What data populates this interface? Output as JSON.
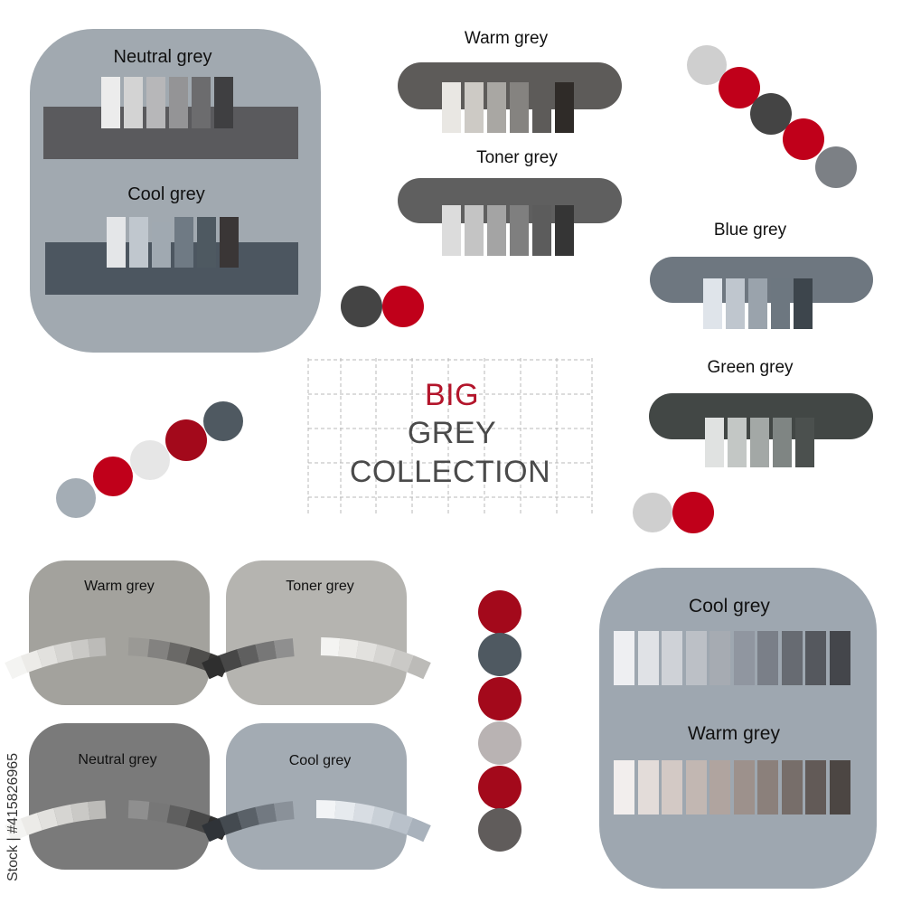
{
  "center_title": {
    "line1": "BIG",
    "line2": "GREY",
    "line3": "COLLECTION",
    "line1_color": "#b3152b",
    "text_color": "#4a4a4a"
  },
  "stock_id": "Stock | #415826965",
  "top_left_card": {
    "neutral_label": "Neutral grey",
    "cool_label": "Cool grey",
    "bg": "#a1a9b0",
    "neutral_swatches": [
      "#ececec",
      "#d3d3d3",
      "#b7b7b9",
      "#949496",
      "#6c6c6e",
      "#3f3f41"
    ],
    "cool_swatches": [
      "#e4e6e8",
      "#c0c7ce",
      "#a0a9b1",
      "#6f7a84",
      "#4e5961",
      "#3a3636"
    ]
  },
  "warm_grey_bar": {
    "label": "Warm grey",
    "swatches": [
      "#e9e7e3",
      "#cdcac5",
      "#a9a7a3",
      "#858380",
      "#5d5b59",
      "#2f2b28"
    ]
  },
  "toner_grey_bar": {
    "label": "Toner grey",
    "swatches": [
      "#dcdcdc",
      "#c4c4c4",
      "#a4a4a4",
      "#7f7f7f",
      "#5c5c5c",
      "#353535"
    ]
  },
  "blue_grey_bar": {
    "label": "Blue grey",
    "swatches": [
      "#dfe4ea",
      "#bfc6ce",
      "#9aa3ac",
      "#6d7780",
      "#3d454c"
    ]
  },
  "green_grey_bar": {
    "label": "Green grey",
    "swatches": [
      "#e0e2e1",
      "#c3c7c5",
      "#a3a8a6",
      "#7f8583",
      "#4b504e"
    ]
  },
  "bottom_cards": [
    {
      "label": "Warm grey"
    },
    {
      "label": "Toner grey"
    },
    {
      "label": "Neutral grey"
    },
    {
      "label": "Cool grey"
    }
  ],
  "bottom_right_card": {
    "cool_label": "Cool grey",
    "warm_label": "Warm grey",
    "cool_swatches": [
      "#eeeff2",
      "#e0e2e6",
      "#cfd2d7",
      "#bcc0c6",
      "#a6abb2",
      "#9096a0",
      "#7a7f88",
      "#676b72",
      "#55585e",
      "#44464b"
    ],
    "warm_swatches": [
      "#f2eeed",
      "#e3dcd9",
      "#d3c9c5",
      "#c2b7b2",
      "#b0a49f",
      "#9d918c",
      "#8b807b",
      "#776e6a",
      "#625a57",
      "#4c4643"
    ]
  },
  "colors": {
    "red": "#c0001a",
    "dark_red": "#a3091b",
    "charcoal": "#444444",
    "light_grey": "#cfcfcf",
    "slate": "#4f5961",
    "mid_grey": "#7c8085",
    "blue_light": "#a4adb5"
  }
}
